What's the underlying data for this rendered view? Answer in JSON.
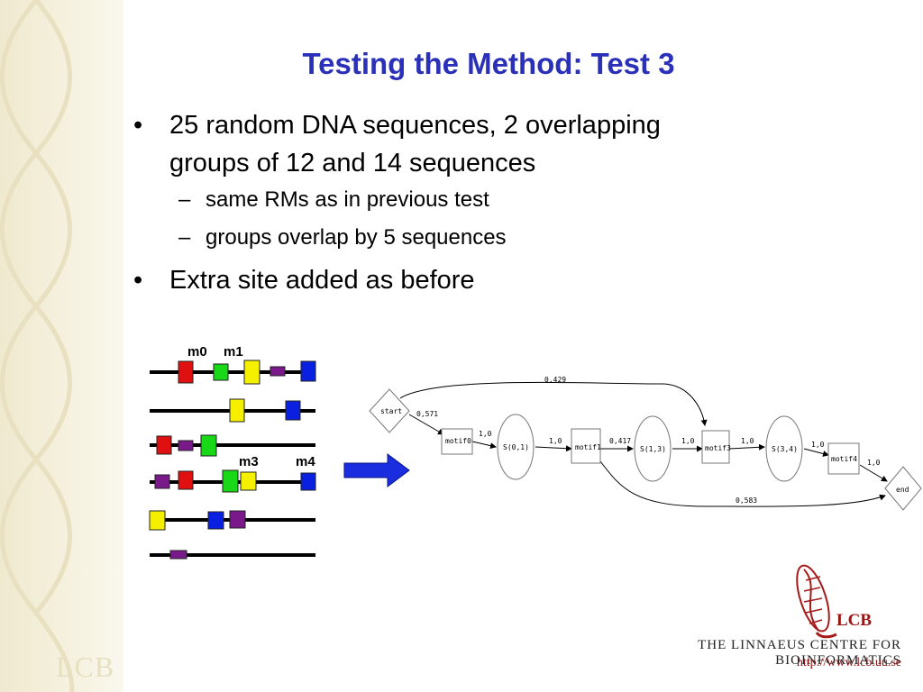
{
  "slide": {
    "title": "Testing the Method: Test 3",
    "bullets": [
      {
        "line1": "25 random DNA sequences, 2 overlapping",
        "line2": "groups of 12 and 14 sequences"
      },
      {
        "line1": "Extra site added as before"
      }
    ],
    "subbullets": [
      "same RMs as in previous test",
      "groups overlap by 5 sequences"
    ],
    "bullet_mark": "•",
    "sub_mark": "–"
  },
  "diagram": {
    "motif_labels": [
      "m0",
      "m1",
      "m3",
      "m4"
    ],
    "nodes": [
      "start",
      "motif0",
      "S(0,1)",
      "motif1",
      "S(1,3)",
      "motif3",
      "S(3,4)",
      "motif4",
      "end"
    ],
    "edges": [
      "0,429",
      "0,571",
      "1,0",
      "1,0",
      "0,417",
      "1,0",
      "1,0",
      "1,0",
      "1,0",
      "0,583"
    ]
  },
  "footer": {
    "logo_text": "LCB",
    "centre": "THE LINNAEUS CENTRE FOR BIOINFORMATICS",
    "url": "http://www.lcb.uu.se",
    "watermark": "LCB"
  }
}
